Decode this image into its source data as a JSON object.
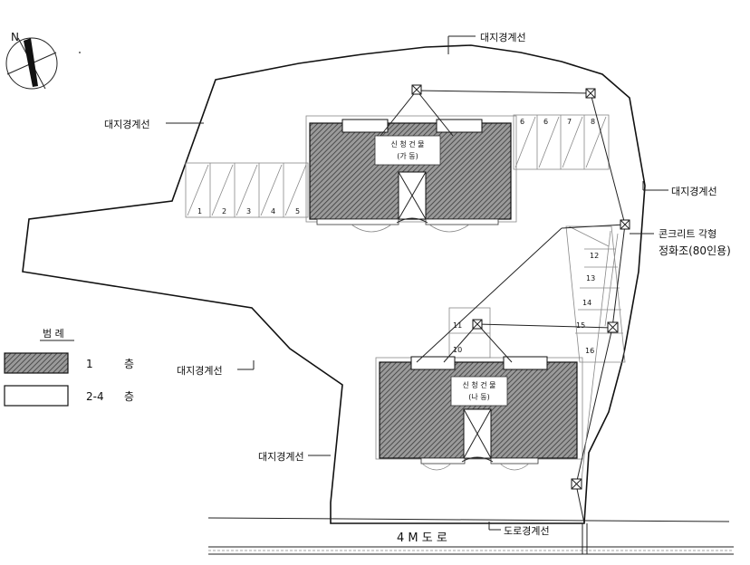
{
  "labels": {
    "boundary_top": "대지경계선",
    "boundary_left": "대지경계선",
    "boundary_right": "대지경계선",
    "boundary_mid": "대지경계선",
    "boundary_bottom": "대지경계선",
    "road_boundary": "도로경계선",
    "road": "4 M 도 로",
    "septic_line1": "콘크리트 각형",
    "septic_line2": "정화조(80인용)",
    "north": "N"
  },
  "building_ga": {
    "line1": "신 청 건 물",
    "line2": "(가 동)"
  },
  "building_na": {
    "line1": "신 청 건 물",
    "line2": "(나 동)"
  },
  "legend": {
    "title": "범 례",
    "items": [
      {
        "swatch": "hatched",
        "num": "1",
        "unit": "층"
      },
      {
        "swatch": "plain",
        "num": "2-4",
        "unit": "층"
      }
    ]
  },
  "parking_top_left": [
    "1",
    "2",
    "3",
    "4",
    "5"
  ],
  "parking_top_right": [
    "6",
    "6",
    "7",
    "8"
  ],
  "parking_right_column": [
    "12",
    "13",
    "14",
    "15",
    "16"
  ],
  "parking_mid": [
    "11",
    "10"
  ]
}
